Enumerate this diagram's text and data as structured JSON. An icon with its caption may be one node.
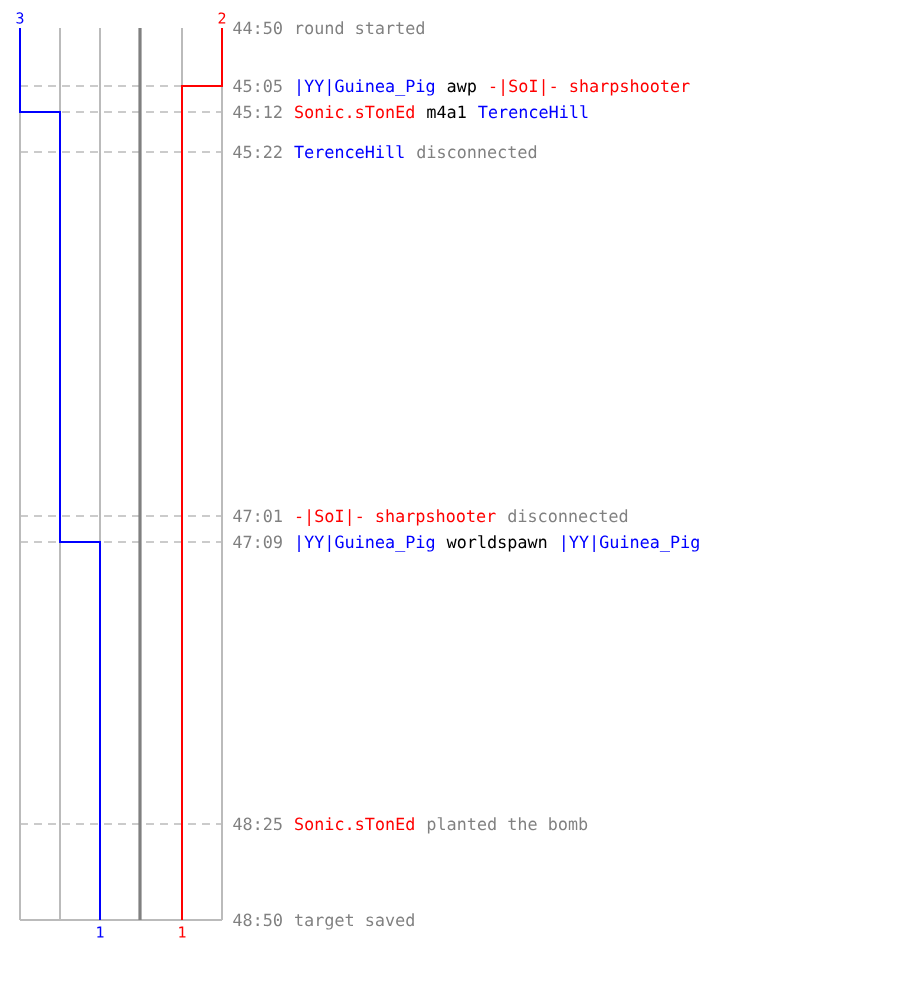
{
  "diagram": {
    "labels": [
      "3",
      "2",
      "44:50",
      "round started",
      "45:05",
      "|YY|Guinea_Pig",
      "awp",
      "-|SoI|- sharpshooter",
      "45:12",
      "Sonic.sTonEd",
      "m4a1",
      "TerenceHill",
      "45:22",
      "TerenceHill",
      "disconnected",
      "47:01",
      "-|SoI|- sharpshooter",
      "disconnected",
      "47:09",
      "|YY|Guinea_Pig",
      "worldspawn",
      "|YY|Guinea_Pig",
      "48:25",
      "Sonic.sTonEd",
      "planted the bomb",
      "48:50",
      "target saved",
      "1",
      "1"
    ]
  }
}
